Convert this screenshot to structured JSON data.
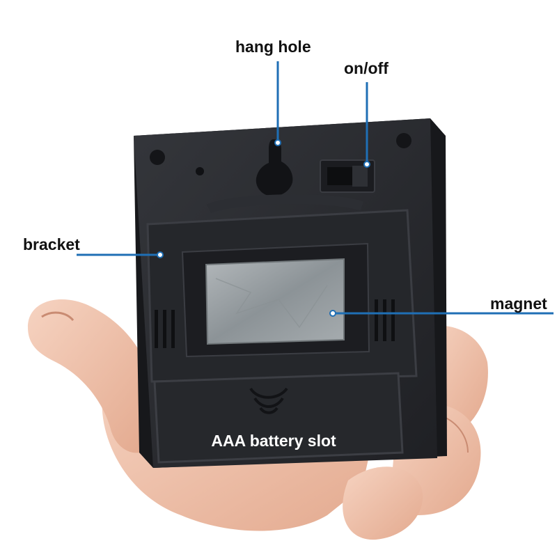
{
  "callouts": {
    "hang_hole": "hang hole",
    "on_off": "on/off",
    "bracket": "bracket",
    "magnet": "magnet",
    "battery_slot": "AAA battery slot"
  },
  "colors": {
    "device_body": "#2a2c30",
    "callout_line": "#1f6fb5",
    "skin": "#f0c4ae",
    "magnet_pad": "#9aa0a3"
  }
}
